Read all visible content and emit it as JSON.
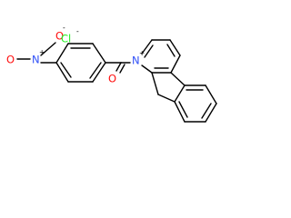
{
  "structure": {
    "labels": {
      "nitro_o_left": "O",
      "nitro_n": "N",
      "nitro_n_charge": "+",
      "nitro_o_top": "O",
      "nitro_o_top_charge": "-",
      "chloride": "Cl",
      "chloride_charge": "-",
      "carbonyl_o": "O",
      "pyridinium_n": "N",
      "pyridinium_n_charge": "+"
    },
    "colors": {
      "bond": "#000000",
      "oxygen": "#ff0d0d",
      "nitrogen": "#3050f8",
      "chlorine": "#1ff01f"
    }
  }
}
